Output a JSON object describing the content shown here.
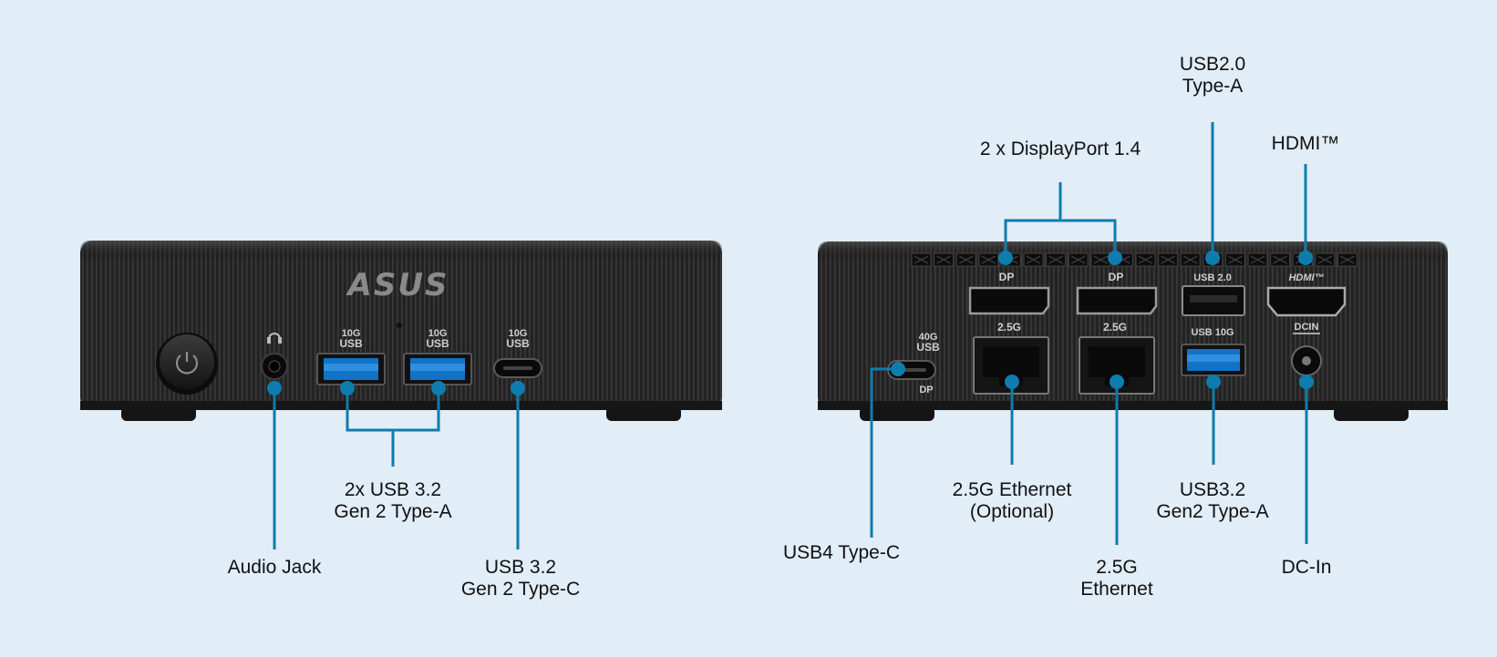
{
  "brand": "ASUS",
  "accent_color": "#0f7cae",
  "front": {
    "port_marks": {
      "usb_a_1": [
        "10G",
        "USB"
      ],
      "usb_a_2": [
        "10G",
        "USB"
      ],
      "usb_c": [
        "10G",
        "USB"
      ]
    },
    "icons": [
      "power-button-icon",
      "headset-icon"
    ],
    "labels": {
      "usb_a": [
        "2x USB 3.2",
        "Gen 2 Type-A"
      ],
      "audio": [
        "Audio Jack"
      ],
      "usb_c": [
        "USB 3.2",
        "Gen 2 Type-C"
      ]
    }
  },
  "rear": {
    "port_marks": {
      "dp_1": "DP",
      "dp_2": "DP",
      "eth_1": "2.5G",
      "eth_2": "2.5G",
      "usb2": "USB 2.0",
      "usb3": "USB 10G",
      "hdmi": "HDMI™",
      "dcin": "DCIN",
      "usb4": [
        "40G",
        "USB",
        "DP"
      ]
    },
    "labels": {
      "dp": [
        "2 x DisplayPort 1.4"
      ],
      "usb2": [
        "USB2.0",
        "Type-A"
      ],
      "hdmi": [
        "HDMI™"
      ],
      "eth_optional": [
        "2.5G Ethernet",
        "(Optional)"
      ],
      "usb3": [
        "USB3.2",
        "Gen2 Type-A"
      ],
      "usb4": [
        "USB4 Type-C"
      ],
      "eth": [
        "2.5G",
        "Ethernet"
      ],
      "dcin": [
        "DC-In"
      ]
    }
  }
}
